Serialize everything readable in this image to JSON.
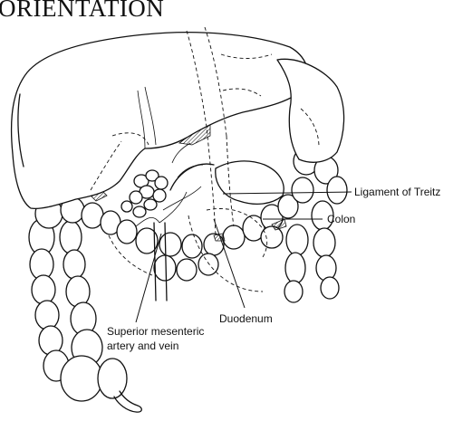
{
  "title": "ORIENTATION",
  "labels": {
    "ligament": "Ligament of Treitz",
    "colon": "Colon",
    "duodenum": "Duodenum",
    "sma_line1": "Superior mesenteric",
    "sma_line2": "artery and vein"
  },
  "icons": [
    "abdominal-anatomy-illustration"
  ]
}
